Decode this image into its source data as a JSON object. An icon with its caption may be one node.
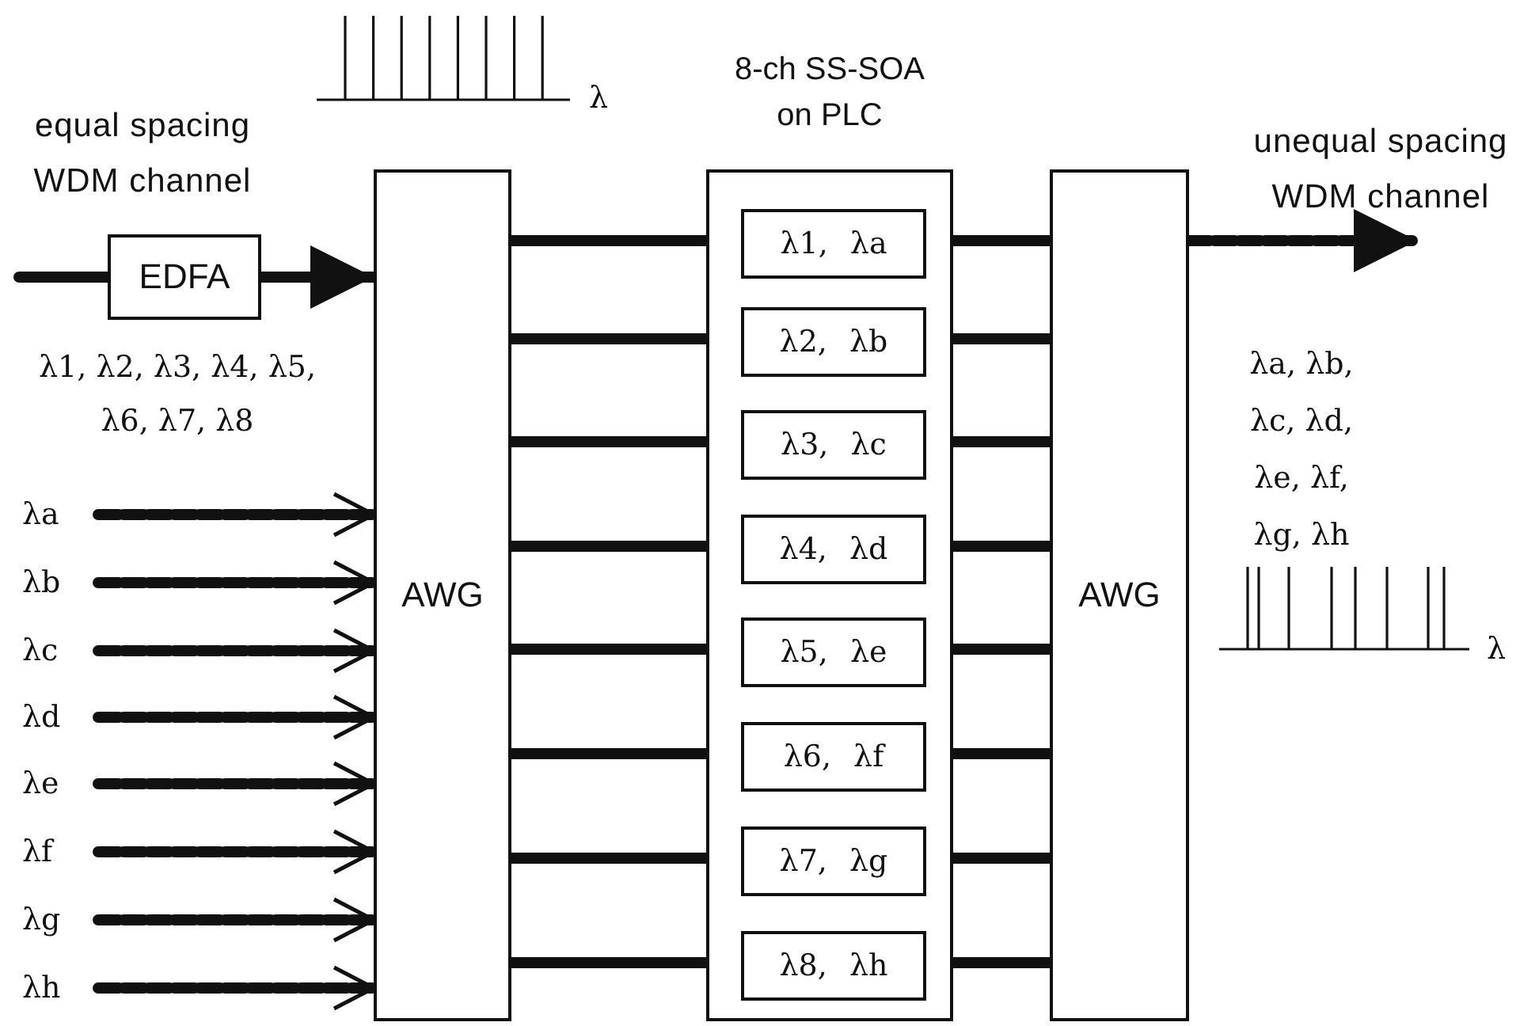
{
  "diagram": {
    "nodes": [
      {
        "text": [
          "EDFA"
        ]
      },
      {
        "text": [
          "AWG"
        ]
      },
      {
        "text": [
          "8-ch SS-SOA on PLC"
        ]
      },
      {
        "text": [
          "λ1, λa"
        ],
        "in": 2
      },
      {
        "text": [
          "λ2, λb"
        ],
        "in": 2
      },
      {
        "text": [
          "λ3, λc"
        ],
        "in": 2
      },
      {
        "text": [
          "λ4, λd"
        ],
        "in": 2
      },
      {
        "text": [
          "λ5, λe"
        ],
        "in": 2
      },
      {
        "text": [
          "λ6, λf"
        ],
        "in": 2
      },
      {
        "text": [
          "λ7, λg"
        ],
        "in": 2
      },
      {
        "text": [
          "λ8, λh"
        ],
        "in": 2
      },
      {
        "text": [
          "AWG"
        ]
      },
      {
        "text": [
          "λa"
        ]
      },
      {
        "text": [
          "λb"
        ]
      },
      {
        "text": [
          "λc"
        ]
      },
      {
        "text": [
          "λd"
        ]
      },
      {
        "text": [
          "λe"
        ]
      },
      {
        "text": [
          "λf"
        ]
      },
      {
        "text": [
          "λg"
        ]
      },
      {
        "text": [
          "λh"
        ]
      }
    ],
    "edges": [
      {
        "from": null,
        "to": 0,
        "arrow": "none"
      },
      {
        "from": 0,
        "to": 1,
        "arrow": "to"
      },
      {
        "from": 12,
        "to": 1,
        "arrow": "to",
        "style": "dashed"
      },
      {
        "from": 13,
        "to": 1,
        "arrow": "to",
        "style": "dashed"
      },
      {
        "from": 14,
        "to": 1,
        "arrow": "to",
        "style": "dashed"
      },
      {
        "from": 15,
        "to": 1,
        "arrow": "to",
        "style": "dashed"
      },
      {
        "from": 16,
        "to": 1,
        "arrow": "to",
        "style": "dashed"
      },
      {
        "from": 17,
        "to": 1,
        "arrow": "to",
        "style": "dashed"
      },
      {
        "from": 18,
        "to": 1,
        "arrow": "to",
        "style": "dashed"
      },
      {
        "from": 19,
        "to": 1,
        "arrow": "to",
        "style": "dashed"
      },
      {
        "from": 1,
        "to": 3,
        "arrow": "none"
      },
      {
        "from": 1,
        "to": 4,
        "arrow": "none"
      },
      {
        "from": 1,
        "to": 5,
        "arrow": "none"
      },
      {
        "from": 1,
        "to": 6,
        "arrow": "none"
      },
      {
        "from": 1,
        "to": 7,
        "arrow": "none"
      },
      {
        "from": 1,
        "to": 8,
        "arrow": "none"
      },
      {
        "from": 1,
        "to": 9,
        "arrow": "none"
      },
      {
        "from": 1,
        "to": 10,
        "arrow": "none"
      },
      {
        "from": 3,
        "to": 11,
        "arrow": "none"
      },
      {
        "from": 4,
        "to": 11,
        "arrow": "none"
      },
      {
        "from": 5,
        "to": 11,
        "arrow": "none"
      },
      {
        "from": 6,
        "to": 11,
        "arrow": "none"
      },
      {
        "from": 7,
        "to": 11,
        "arrow": "none"
      },
      {
        "from": 8,
        "to": 11,
        "arrow": "none"
      },
      {
        "from": 9,
        "to": 11,
        "arrow": "none"
      },
      {
        "from": 10,
        "to": 11,
        "arrow": "none"
      },
      {
        "from": 11,
        "to": null,
        "arrow": "to",
        "style": "dashed"
      }
    ],
    "labels": [
      "λ",
      "equal spacing WDM channel",
      "λ1, λ2, λ3, λ4, λ5, λ6, λ7, λ8",
      "unequal spacing WDM channel",
      "λa, λb, λc, λd, λe, λf, λg, λh",
      "λ"
    ]
  }
}
